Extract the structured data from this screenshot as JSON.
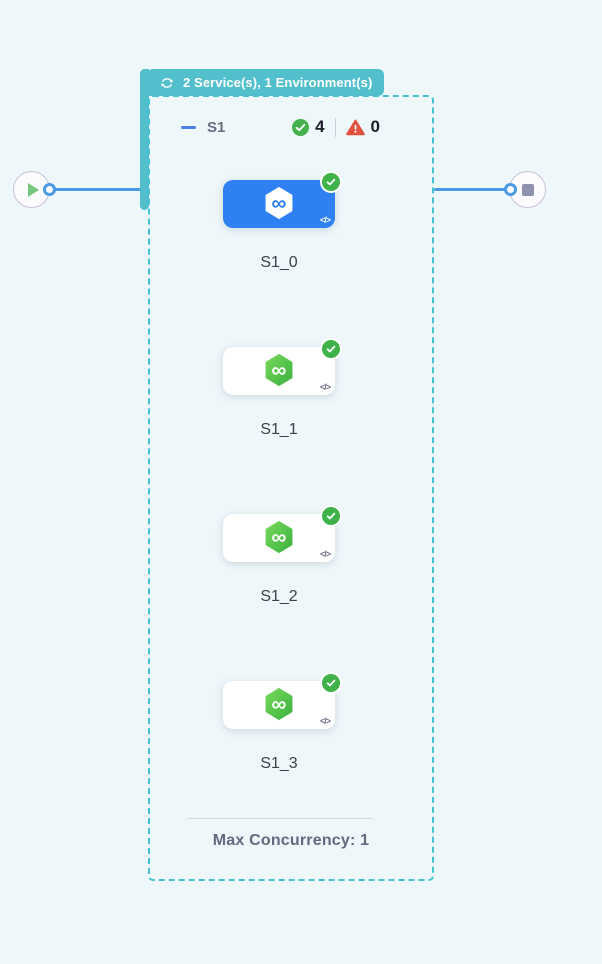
{
  "colors": {
    "background": "#eef7fa",
    "teal_accent": "#52c0cc",
    "dashed_border": "#46c3d2",
    "selected_blue": "#2f80f2",
    "edge_blue": "#4a9ae8",
    "success_green": "#3fb24a",
    "error_red": "#e0513f"
  },
  "header_badge": {
    "label": "2 Service(s), 1 Environment(s)"
  },
  "stage_header": {
    "name": "S1",
    "success_count": "4",
    "warning_count": "0"
  },
  "nodes": [
    {
      "label": "S1_0",
      "selected": true
    },
    {
      "label": "S1_1",
      "selected": false
    },
    {
      "label": "S1_2",
      "selected": false
    },
    {
      "label": "S1_3",
      "selected": false
    }
  ],
  "footer": {
    "max_concurrency_label": "Max Concurrency: 1"
  },
  "glyphs": {
    "infinity": "∞",
    "code": "</>"
  }
}
